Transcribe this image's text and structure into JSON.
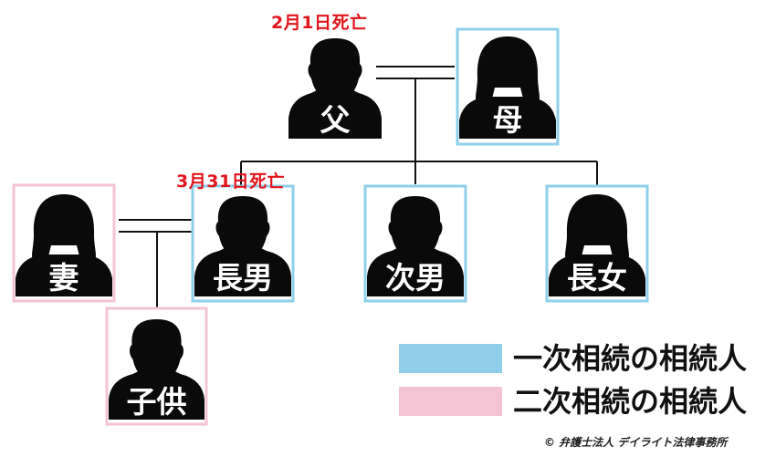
{
  "father": {
    "label": "父",
    "note": "2月1日死亡"
  },
  "mother": {
    "label": "母"
  },
  "wife": {
    "label": "妻"
  },
  "eldest_son": {
    "label": "長男",
    "note": "3月31日死亡"
  },
  "second_son": {
    "label": "次男"
  },
  "eldest_daughter": {
    "label": "長女"
  },
  "child": {
    "label": "子供"
  },
  "legend": {
    "first": "一次相続の相続人",
    "second": "二次相続の相続人"
  },
  "colors": {
    "first_heir": "#8fcfeb",
    "second_heir": "#f4c4d4",
    "death_note": "#e1151b",
    "silhouette": "#0a0a0a"
  },
  "copyright": "© 弁護士法人 デイライト法律事務所"
}
